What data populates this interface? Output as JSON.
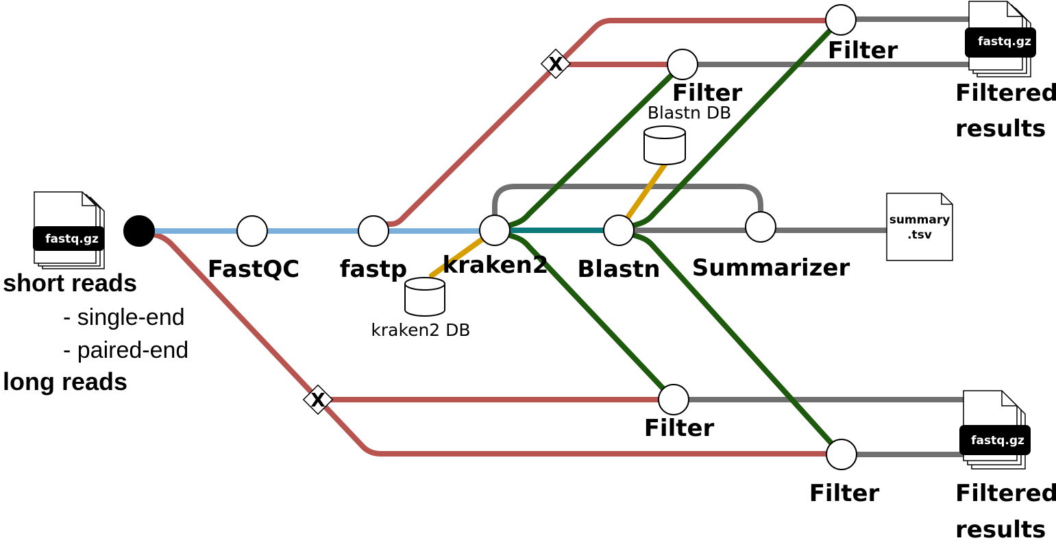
{
  "colors": {
    "short_reads": "#7AAEDB",
    "long_reads": "#B85450",
    "green_route": "#1E5A0E",
    "teal_route": "#0D7B7B",
    "grey_route": "#707070",
    "db_link": "#D69E00"
  },
  "input": {
    "file_tag": "fastq.gz",
    "short_reads": "short reads",
    "single_end": "- single-end",
    "paired_end": "- paired-end",
    "long_reads": "long reads"
  },
  "steps": {
    "fastqc": "FastQC",
    "fastp": "fastp",
    "kraken2": "kraken2",
    "blastn": "Blastn",
    "summarizer": "Summarizer"
  },
  "databases": {
    "kraken2_db": "kraken2 DB",
    "blastn_db": "Blastn DB"
  },
  "filters": {
    "filter_top_1": "Filter",
    "filter_top_2": "Filter",
    "filter_bottom_1": "Filter",
    "filter_bottom_2": "Filter"
  },
  "outputs": {
    "top_file_tag": "fastq.gz",
    "top_label_line1": "Filtered",
    "top_label_line2": "results",
    "bottom_file_tag": "fastq.gz",
    "bottom_label_line1": "Filtered",
    "bottom_label_line2": "results",
    "summary_line1": "summary",
    "summary_line2": ".tsv"
  },
  "crossings": {
    "upper_symbol": "X",
    "lower_symbol": "X"
  }
}
